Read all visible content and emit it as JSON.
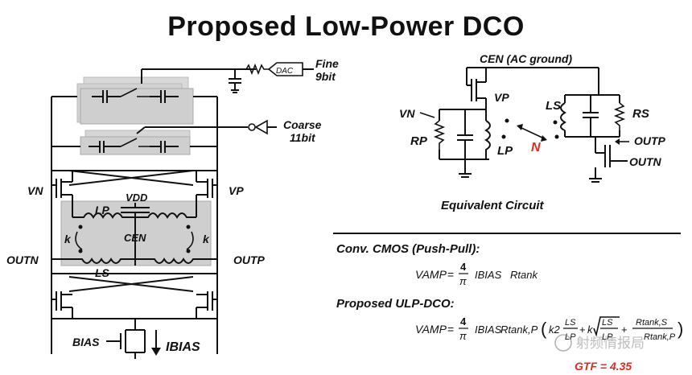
{
  "title": "Proposed Low-Power DCO",
  "left_circuit": {
    "fine_label": "Fine",
    "fine_bits": "9bit",
    "dac_label": "DAC",
    "coarse_label": "Coarse",
    "coarse_bits": "11bit",
    "vn": "VN",
    "vp": "VP",
    "vdd": "VDD",
    "lp": "LP",
    "k_left": "k",
    "k_right": "k",
    "cen": "CEN",
    "ls": "LS",
    "outn": "OUTN",
    "outp": "OUTP",
    "bias": "BIAS",
    "ibias": "IBIAS"
  },
  "equiv_circuit": {
    "cen_label": "CEN (AC ground)",
    "vn": "VN",
    "vp": "VP",
    "rp": "RP",
    "lp": "LP",
    "ls": "LS",
    "rs": "RS",
    "outp": "OUTP",
    "outn": "OUTN",
    "n_label": "N",
    "caption": "Equivalent Circuit"
  },
  "equations": {
    "conv_heading": "Conv. CMOS (Push-Pull):",
    "vamp": "VAMP",
    "equals": "=",
    "four": "4",
    "pi": "π",
    "ibias": "IBIAS",
    "rtank": "Rtank",
    "ulp_heading": "Proposed ULP-DCO:",
    "rtank_p": "Rtank,P",
    "k2": "k2",
    "k": "k",
    "ls": "LS",
    "lp": "LP",
    "rtank_s": "Rtank,S",
    "gtf": "GTF = 4.35",
    "watermark": "射频情报局"
  },
  "colors": {
    "highlight": "#e8281e",
    "shade": "#cfcfcf"
  }
}
